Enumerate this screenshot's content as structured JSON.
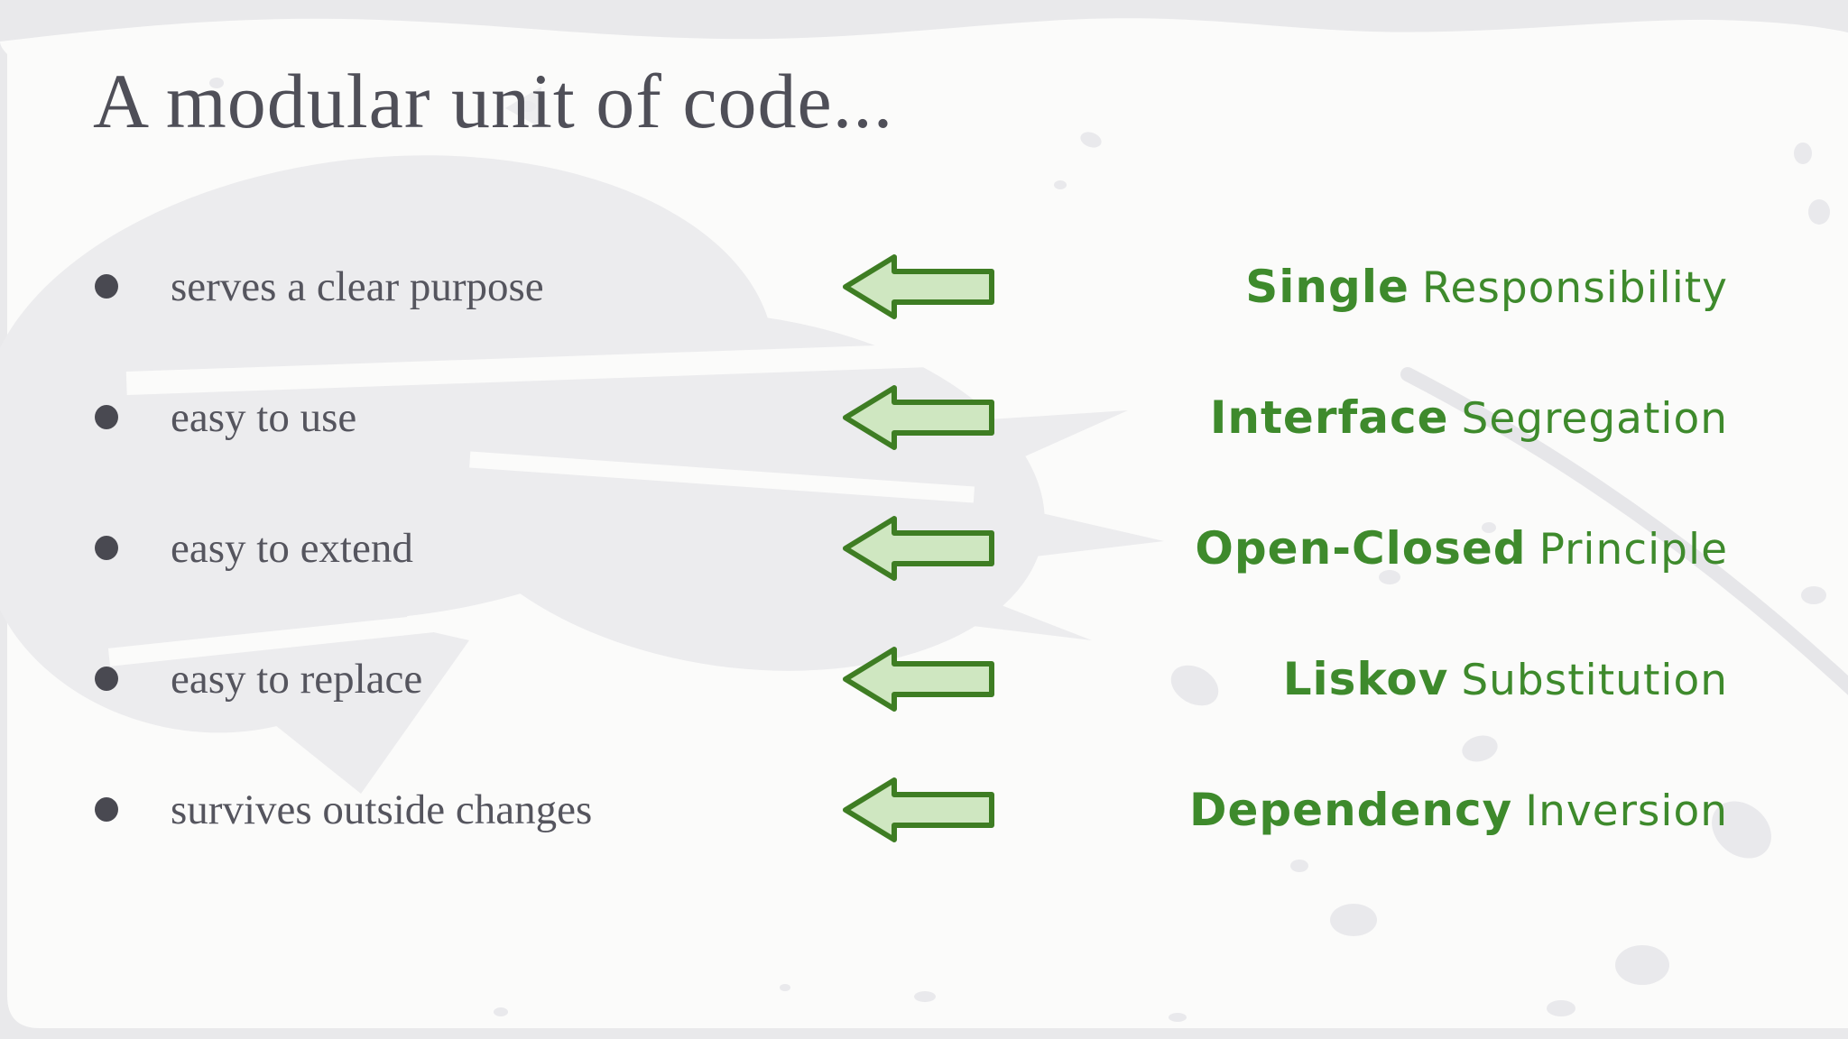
{
  "slide": {
    "title": "A modular unit of code...",
    "rows": [
      {
        "bullet": "serves a clear purpose",
        "principle_strong": "Single",
        "principle_rest": "Responsibility"
      },
      {
        "bullet": "easy to use",
        "principle_strong": "Interface",
        "principle_rest": "Segregation"
      },
      {
        "bullet": "easy to extend",
        "principle_strong": "Open-Closed",
        "principle_rest": "Principle"
      },
      {
        "bullet": "easy to replace",
        "principle_strong": "Liskov",
        "principle_rest": "Substitution"
      },
      {
        "bullet": "survives outside changes",
        "principle_strong": "Dependency",
        "principle_rest": "Inversion"
      }
    ],
    "colors": {
      "title_text": "#4f4f58",
      "bullet_text": "#55555e",
      "bullet_dot": "#494951",
      "principle_green": "#3e8a2c",
      "arrow_fill": "#cfe7c1",
      "arrow_stroke": "#3e7d23",
      "paper": "#fbfbfa",
      "outer_background": "#e9e9eb",
      "brush_texture": "#ececee"
    }
  }
}
